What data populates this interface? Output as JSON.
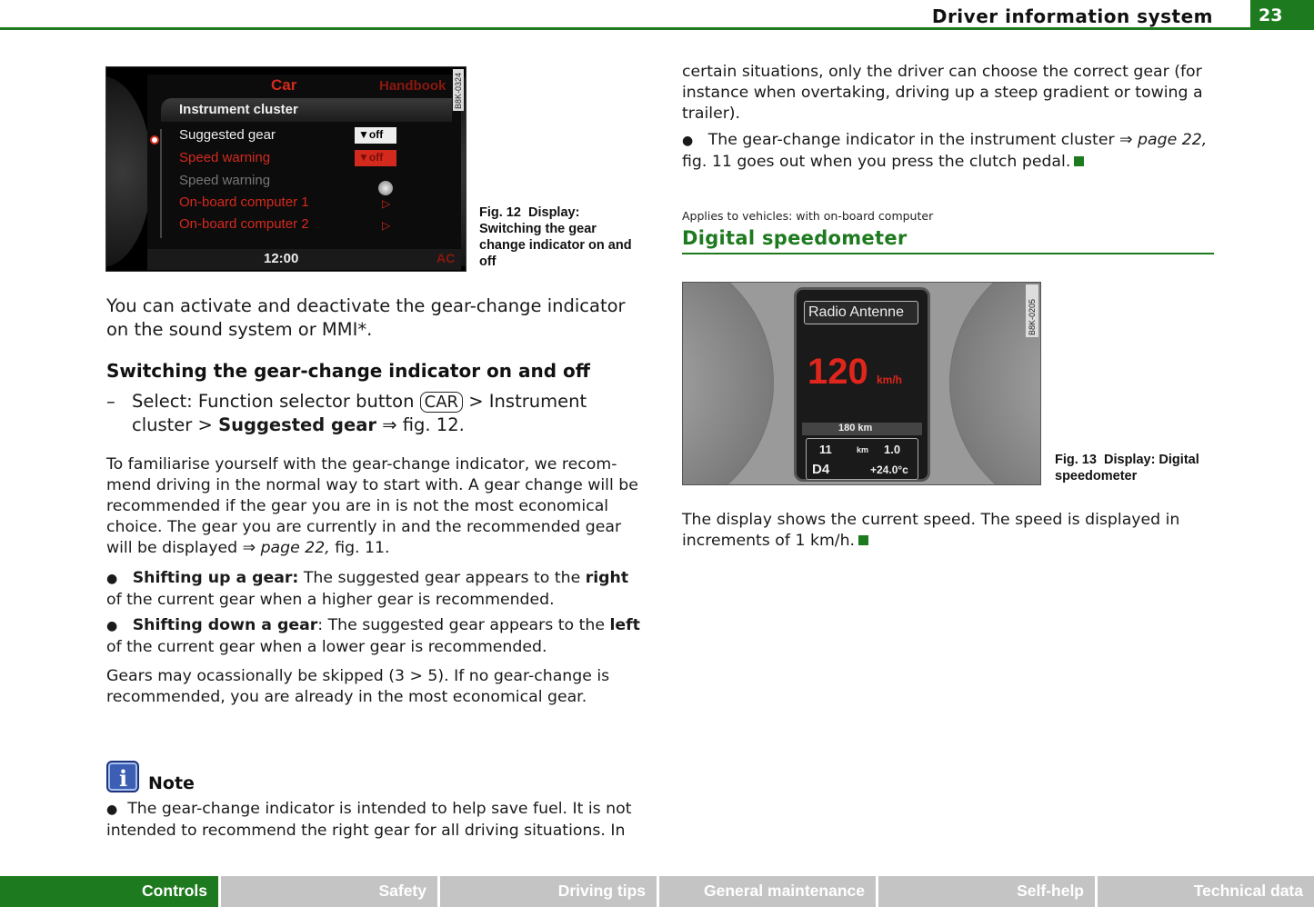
{
  "header": {
    "title": "Driver information system",
    "page_number": "23"
  },
  "fig12": {
    "menu_title": "Car",
    "menu_handbook": "Handbook",
    "heading": "Instrument cluster",
    "items": [
      "Suggested gear",
      "Speed warning",
      "Speed warning",
      "On-board computer 1",
      "On-board computer 2"
    ],
    "toggle_label": "off",
    "time": "12:00",
    "ac": "AC",
    "code": "B8K-0324"
  },
  "fig12_caption": {
    "label": "Fig. 12",
    "text": "Display: Switching the gear change indicator on and off"
  },
  "left": {
    "intro": "You can activate and deactivate the gear-change indicator on the sound system or MMI*.",
    "subheading": "Switching the gear-change indicator on and off",
    "step_dash": "–",
    "step_prefix": "Select: Function selector button",
    "step_key": "CAR",
    "step_mid": "> Instrument cluster >",
    "step_bold": "Suggested gear",
    "step_ref": "⇒ fig. 12.",
    "para1_a": "To familiarise yourself with the gear-change indicator, we recom-mend driving in the normal way to start with. A gear change will be recommended if the gear you are in is not the most economical choice. The gear you are currently in and the recommended gear will be displayed ⇒",
    "para1_ref": "page 22,",
    "para1_b": "fig. 11.",
    "bullet_symbol": "●",
    "b1_bold": "Shifting up a gear:",
    "b1_a": "The suggested gear appears to the",
    "b1_bold2": "right",
    "b1_b": "of the current gear when a higher gear is recommended.",
    "b2_bold": "Shifting down a gear",
    "b2_a": ": The suggested gear appears to the",
    "b2_bold2": "left",
    "b2_b": "of the current gear when a lower gear is recommended.",
    "para2": "Gears may ocassionally be skipped (3 > 5). If no gear-change is recommended, you are already in the most economical gear."
  },
  "note": {
    "icon_glyph": "i",
    "title": "Note",
    "text": "The gear-change indicator is intended to help save fuel. It is not intended to recommend the right gear for all driving situations. In"
  },
  "right": {
    "cont": "certain situations, only the driver can choose the correct gear (for instance when overtaking, driving up a steep gradient or towing a trailer).",
    "b_a": "The gear-change indicator in the instrument cluster ⇒",
    "b_ref": "page 22,",
    "b_b": "fig. 11 goes out when you press the clutch pedal.",
    "applies": "Applies to vehicles: with on-board computer",
    "section_title": "Digital speedometer",
    "speed_text": "The display shows the current speed. The speed is displayed in increments of 1 km/h."
  },
  "fig13": {
    "station": "Radio Antenne",
    "speed": "120",
    "unit": "km/h",
    "odometer": "180 km",
    "trip_a": "11",
    "trip_unit": "km",
    "trip_b": "1.0",
    "gear": "D4",
    "temp": "+24.0°c",
    "code": "B8K-0205"
  },
  "fig13_caption": {
    "label": "Fig. 13",
    "text": "Display: Digital speedometer"
  },
  "footer": {
    "tabs": [
      "Controls",
      "Safety",
      "Driving tips",
      "General maintenance",
      "Self-help",
      "Technical data"
    ],
    "active": 0
  },
  "colors": {
    "accent": "#1e7a1e",
    "menu_red": "#d42a1e",
    "footer_grey": "#c4c4c4"
  }
}
